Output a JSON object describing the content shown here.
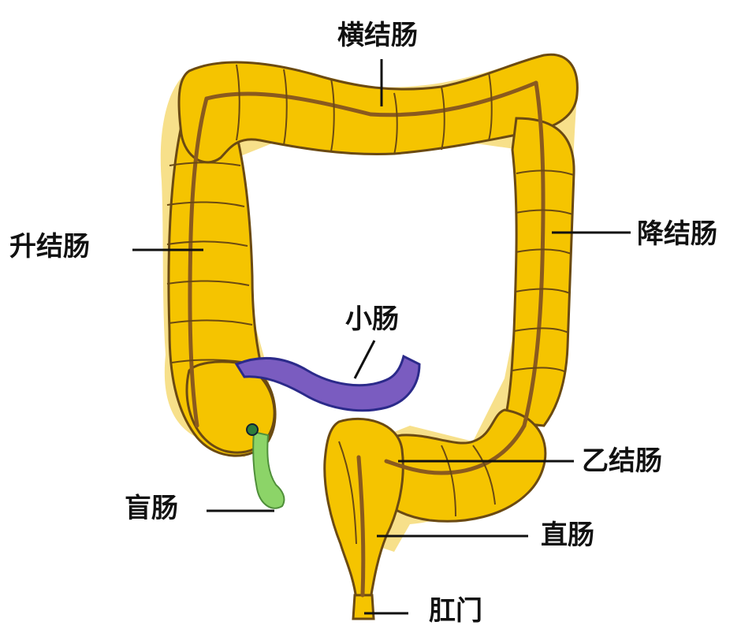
{
  "diagram": {
    "labels": {
      "transverse_colon": "横结肠",
      "ascending_colon": "升结肠",
      "descending_colon": "降结肠",
      "small_intestine": "小肠",
      "sigmoid_colon": "乙结肠",
      "cecum": "盲肠",
      "rectum": "直肠",
      "anus": "肛门"
    },
    "colors": {
      "colon_fill": "#f5c400",
      "colon_outline": "#6b4a12",
      "colon_seam": "#8a5a1e",
      "colon_halo": "#f7e08a",
      "small_intestine": "#7a5cc0",
      "small_intestine_dark": "#2b2a8a",
      "appendix": "#8cd468",
      "ileocecal_valve": "#2f7d3a",
      "leader_line": "#111111"
    }
  }
}
